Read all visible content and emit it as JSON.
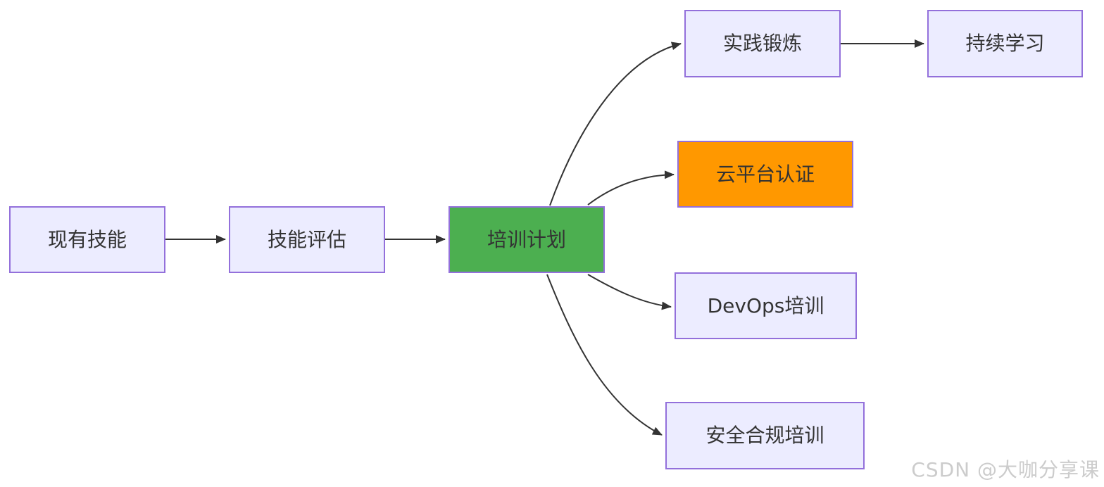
{
  "diagram": {
    "type": "flowchart-LR",
    "background": "#ffffff",
    "colors": {
      "node_fill_default": "#ECECFF",
      "node_border": "#9370DB",
      "node_fill_green": "#4CAF50",
      "node_fill_orange": "#FF9800",
      "edge_color": "#333333",
      "text_color": "#333333",
      "watermark_color": "#cccccc"
    },
    "nodes": [
      {
        "id": "existing-skills",
        "label": "现有技能",
        "fill": "#ECECFF"
      },
      {
        "id": "skill-assessment",
        "label": "技能评估",
        "fill": "#ECECFF"
      },
      {
        "id": "training-plan",
        "label": "培训计划",
        "fill": "#4CAF50"
      },
      {
        "id": "practice",
        "label": "实践锻炼",
        "fill": "#ECECFF"
      },
      {
        "id": "continuous-learning",
        "label": "持续学习",
        "fill": "#ECECFF"
      },
      {
        "id": "cloud-cert",
        "label": "云平台认证",
        "fill": "#FF9800"
      },
      {
        "id": "devops-training",
        "label": "DevOps培训",
        "fill": "#ECECFF"
      },
      {
        "id": "security-training",
        "label": "安全合规培训",
        "fill": "#ECECFF"
      }
    ],
    "edges": [
      {
        "from": "现有技能",
        "to": "技能评估"
      },
      {
        "from": "技能评估",
        "to": "培训计划"
      },
      {
        "from": "培训计划",
        "to": "实践锻炼"
      },
      {
        "from": "实践锻炼",
        "to": "持续学习"
      },
      {
        "from": "培训计划",
        "to": "云平台认证"
      },
      {
        "from": "培训计划",
        "to": "DevOps培训"
      },
      {
        "from": "培训计划",
        "to": "安全合规培训"
      }
    ],
    "watermark": "CSDN @大咖分享课"
  }
}
